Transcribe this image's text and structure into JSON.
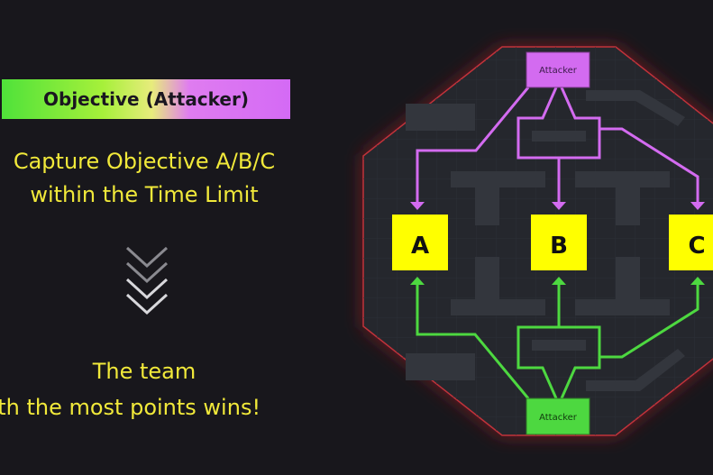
{
  "banner": {
    "title": "Objective (Attacker)"
  },
  "objective": {
    "line1": "Capture Objective A/B/C",
    "line2": "within the Time Limit"
  },
  "result": {
    "line1": "The team",
    "line2": "with the most points wins!"
  },
  "map": {
    "top_spawn": "Attacker",
    "bottom_spawn": "Attacker",
    "points": [
      "A",
      "B",
      "C"
    ]
  },
  "colors": {
    "purple": "#d36bf0",
    "green": "#4dd840",
    "objective": "#ffff00",
    "text_yellow": "#f1e93a",
    "border": "#c0333a"
  }
}
